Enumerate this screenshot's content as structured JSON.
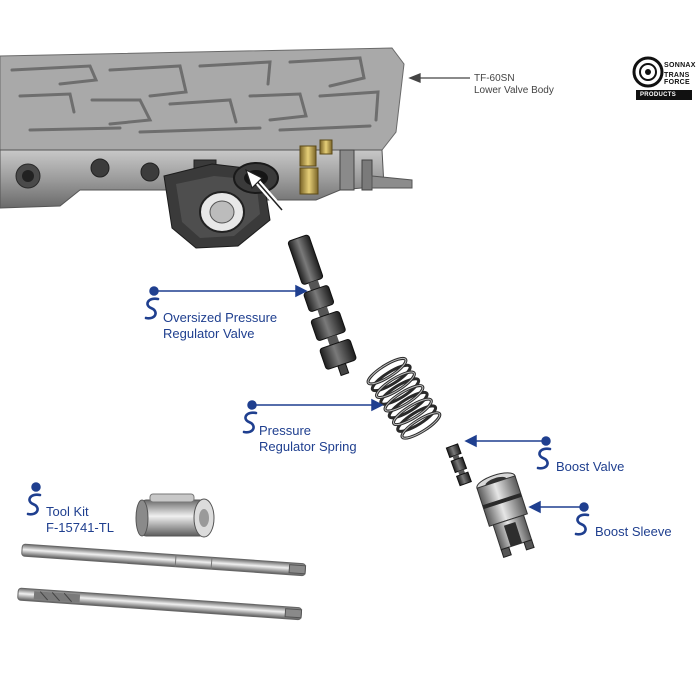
{
  "colors": {
    "label_blue": "#1f3f8f",
    "pointer_gray": "#444444",
    "metal": "#9a9a9a",
    "dark_part": "#3a3a3a"
  },
  "brand": {
    "line1": "SONNAX",
    "line2": "TRANS FORCE",
    "line3": "PRODUCTS"
  },
  "labels": {
    "valve_body_line1": "TF-60SN",
    "valve_body_line2": "Lower Valve Body",
    "pressure_reg_valve_line1": "Oversized Pressure",
    "pressure_reg_valve_line2": "Regulator Valve",
    "pressure_reg_spring_line1": "Pressure",
    "pressure_reg_spring_line2": "Regulator Spring",
    "boost_valve": "Boost Valve",
    "boost_sleeve": "Boost Sleeve",
    "tool_kit_line1": "Tool Kit",
    "tool_kit_line2": "F-15741-TL"
  },
  "icons": {
    "callout_marker": "sonnax-s-logo-icon",
    "pointer_arrow": "arrow-left-icon"
  }
}
